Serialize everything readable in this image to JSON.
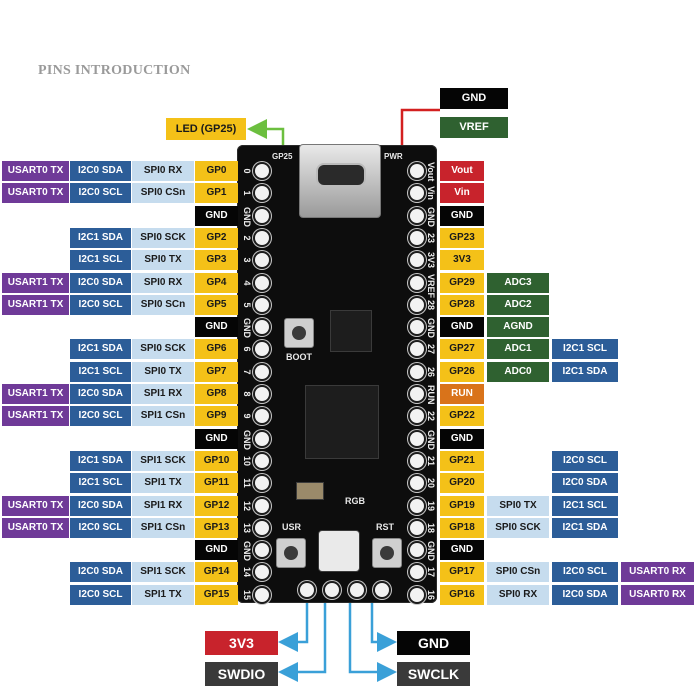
{
  "title": "PINS INTRODUCTION",
  "colors": {
    "uart": "#6f3a98",
    "i2c": "#2c5d98",
    "spi": "#c6dcee",
    "gp": "#f4c118",
    "power": "#c8232c",
    "gnd": "#050505",
    "adc": "#2f6130",
    "run": "#d9731a",
    "led_arrow": "#6cbf3f",
    "swd_arrow": "#3aa0d8",
    "vref_line": "#d32020"
  },
  "led_label": "LED (GP25)",
  "top_right": {
    "gnd": "GND",
    "vref": "VREF"
  },
  "left_rows": [
    [
      "USART0 TX",
      "I2C0 SDA",
      "SPI0 RX",
      "GP0"
    ],
    [
      "USART0 TX",
      "I2C0 SCL",
      "SPI0 CSn",
      "GP1"
    ],
    [
      "",
      "",
      "",
      "GND"
    ],
    [
      "",
      "I2C1 SDA",
      "SPI0 SCK",
      "GP2"
    ],
    [
      "",
      "I2C1 SCL",
      "SPI0 TX",
      "GP3"
    ],
    [
      "USART1 TX",
      "I2C0 SDA",
      "SPI0 RX",
      "GP4"
    ],
    [
      "USART1 TX",
      "I2C0 SCL",
      "SPI0 SCn",
      "GP5"
    ],
    [
      "",
      "",
      "",
      "GND"
    ],
    [
      "",
      "I2C1 SDA",
      "SPI0 SCK",
      "GP6"
    ],
    [
      "",
      "I2C1 SCL",
      "SPI0 TX",
      "GP7"
    ],
    [
      "USART1 TX",
      "I2C0 SDA",
      "SPI1 RX",
      "GP8"
    ],
    [
      "USART1 TX",
      "I2C0 SCL",
      "SPI1 CSn",
      "GP9"
    ],
    [
      "",
      "",
      "",
      "GND"
    ],
    [
      "",
      "I2C1 SDA",
      "SPI1 SCK",
      "GP10"
    ],
    [
      "",
      "I2C1 SCL",
      "SPI1 TX",
      "GP11"
    ],
    [
      "USART0 TX",
      "I2C0 SDA",
      "SPI1 RX",
      "GP12"
    ],
    [
      "USART0 TX",
      "I2C0 SCL",
      "SPI1 CSn",
      "GP13"
    ],
    [
      "",
      "",
      "",
      "GND"
    ],
    [
      "",
      "I2C0 SDA",
      "SPI1 SCK",
      "GP14"
    ],
    [
      "",
      "I2C0 SCL",
      "SPI1 TX",
      "GP15"
    ]
  ],
  "right_rows": [
    [
      "Vout",
      "",
      "",
      ""
    ],
    [
      "Vin",
      "",
      "",
      ""
    ],
    [
      "GND",
      "",
      "",
      ""
    ],
    [
      "GP23",
      "",
      "",
      ""
    ],
    [
      "3V3",
      "",
      "",
      ""
    ],
    [
      "GP29",
      "ADC3",
      "",
      ""
    ],
    [
      "GP28",
      "ADC2",
      "",
      ""
    ],
    [
      "GND",
      "AGND",
      "",
      ""
    ],
    [
      "GP27",
      "ADC1",
      "I2C1 SCL",
      ""
    ],
    [
      "GP26",
      "ADC0",
      "I2C1 SDA",
      ""
    ],
    [
      "RUN",
      "",
      "",
      ""
    ],
    [
      "GP22",
      "",
      "",
      ""
    ],
    [
      "GND",
      "",
      "",
      ""
    ],
    [
      "GP21",
      "",
      "I2C0 SCL",
      ""
    ],
    [
      "GP20",
      "",
      "I2C0 SDA",
      ""
    ],
    [
      "GP19",
      "SPI0 TX",
      "I2C1 SCL",
      ""
    ],
    [
      "GP18",
      "SPI0 SCK",
      "I2C1 SDA",
      ""
    ],
    [
      "GND",
      "",
      "",
      ""
    ],
    [
      "GP17",
      "SPI0 CSn",
      "I2C0 SCL",
      "USART0 RX"
    ],
    [
      "GP16",
      "SPI0 RX",
      "I2C0 SDA",
      "USART0 RX"
    ]
  ],
  "left_pin_numbers": [
    "0",
    "1",
    "GND",
    "2",
    "3",
    "4",
    "5",
    "GND",
    "6",
    "7",
    "8",
    "9",
    "GND",
    "10",
    "11",
    "12",
    "13",
    "GND",
    "14",
    "15"
  ],
  "right_pin_numbers": [
    "Vout",
    "Vin",
    "GND",
    "23",
    "3V3",
    "VREF",
    "28",
    "GND",
    "27",
    "26",
    "RUN",
    "22",
    "GND",
    "21",
    "20",
    "19",
    "18",
    "GND",
    "17",
    "16"
  ],
  "board_silk": {
    "boot": "BOOT",
    "usr": "USR",
    "rst": "RST",
    "rgb": "RGB",
    "gp25": "GP25",
    "pwr": "PWR"
  },
  "bottom": {
    "v33": "3V3",
    "gnd": "GND",
    "swdio": "SWDIO",
    "swclk": "SWCLK"
  }
}
